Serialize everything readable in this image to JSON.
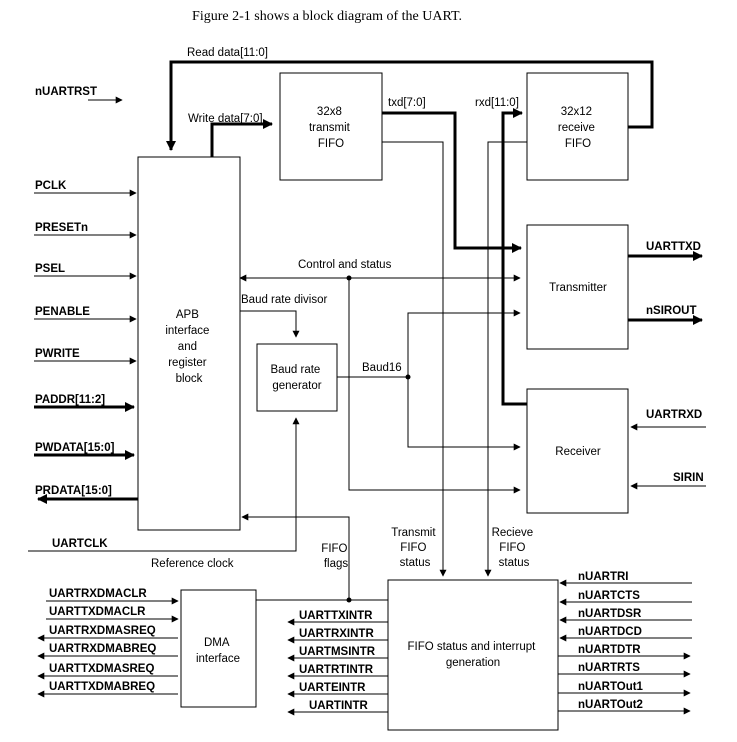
{
  "caption": "Figure 2-1 shows a block diagram of the UART.",
  "blocks": {
    "apb": [
      "APB",
      "interface",
      "and",
      "register",
      "block"
    ],
    "tx_fifo": [
      "32x8",
      "transmit",
      "FIFO"
    ],
    "rx_fifo": [
      "32x12",
      "receive",
      "FIFO"
    ],
    "transmitter": "Transmitter",
    "receiver": "Receiver",
    "baud_gen": [
      "Baud rate",
      "generator"
    ],
    "dma": [
      "DMA",
      "interface"
    ],
    "fifo_status": [
      "FIFO status and interrupt",
      "generation"
    ]
  },
  "labels": {
    "read_data": "Read data[11:0]",
    "write_data": "Write data[7:0]",
    "txd": "txd[7:0]",
    "rxd": "rxd[11:0]",
    "control_status": "Control and status",
    "baud_divisor": "Baud rate divisor",
    "baud16": "Baud16",
    "reference_clock": "Reference clock",
    "fifo_flags": [
      "FIFO",
      "flags"
    ],
    "transmit_fifo_status": [
      "Transmit",
      "FIFO",
      "status"
    ],
    "receive_fifo_status": [
      "Recieve",
      "FIFO",
      "status"
    ]
  },
  "apb_inputs": [
    "nUARTRST",
    "PCLK",
    "PRESETn",
    "PSEL",
    "PENABLE",
    "PWRITE",
    "PADDR[11:2]",
    "PWDATA[15:0]"
  ],
  "apb_output": "PRDATA[15:0]",
  "uartclk": "UARTCLK",
  "outputs_right": [
    "UARTTXD",
    "nSIROUT"
  ],
  "inputs_right": [
    "UARTRXD",
    "SIRIN"
  ],
  "dma_signals": [
    "UARTRXDMACLR",
    "UARTTXDMACLR",
    "UARTRXDMASREQ",
    "UARTRXDMABREQ",
    "UARTTXDMASREQ",
    "UARTTXDMABREQ"
  ],
  "interrupts": [
    "UARTTXINTR",
    "UARTRXINTR",
    "UARTMSINTR",
    "UARTRTINTR",
    "UARTEINTR",
    "UARTINTR"
  ],
  "modem_signals": [
    "nUARTRI",
    "nUARTCTS",
    "nUARTDSR",
    "nUARTDCD",
    "nUARTDTR",
    "nUARTRTS",
    "nUARTOut1",
    "nUARTOut2"
  ]
}
